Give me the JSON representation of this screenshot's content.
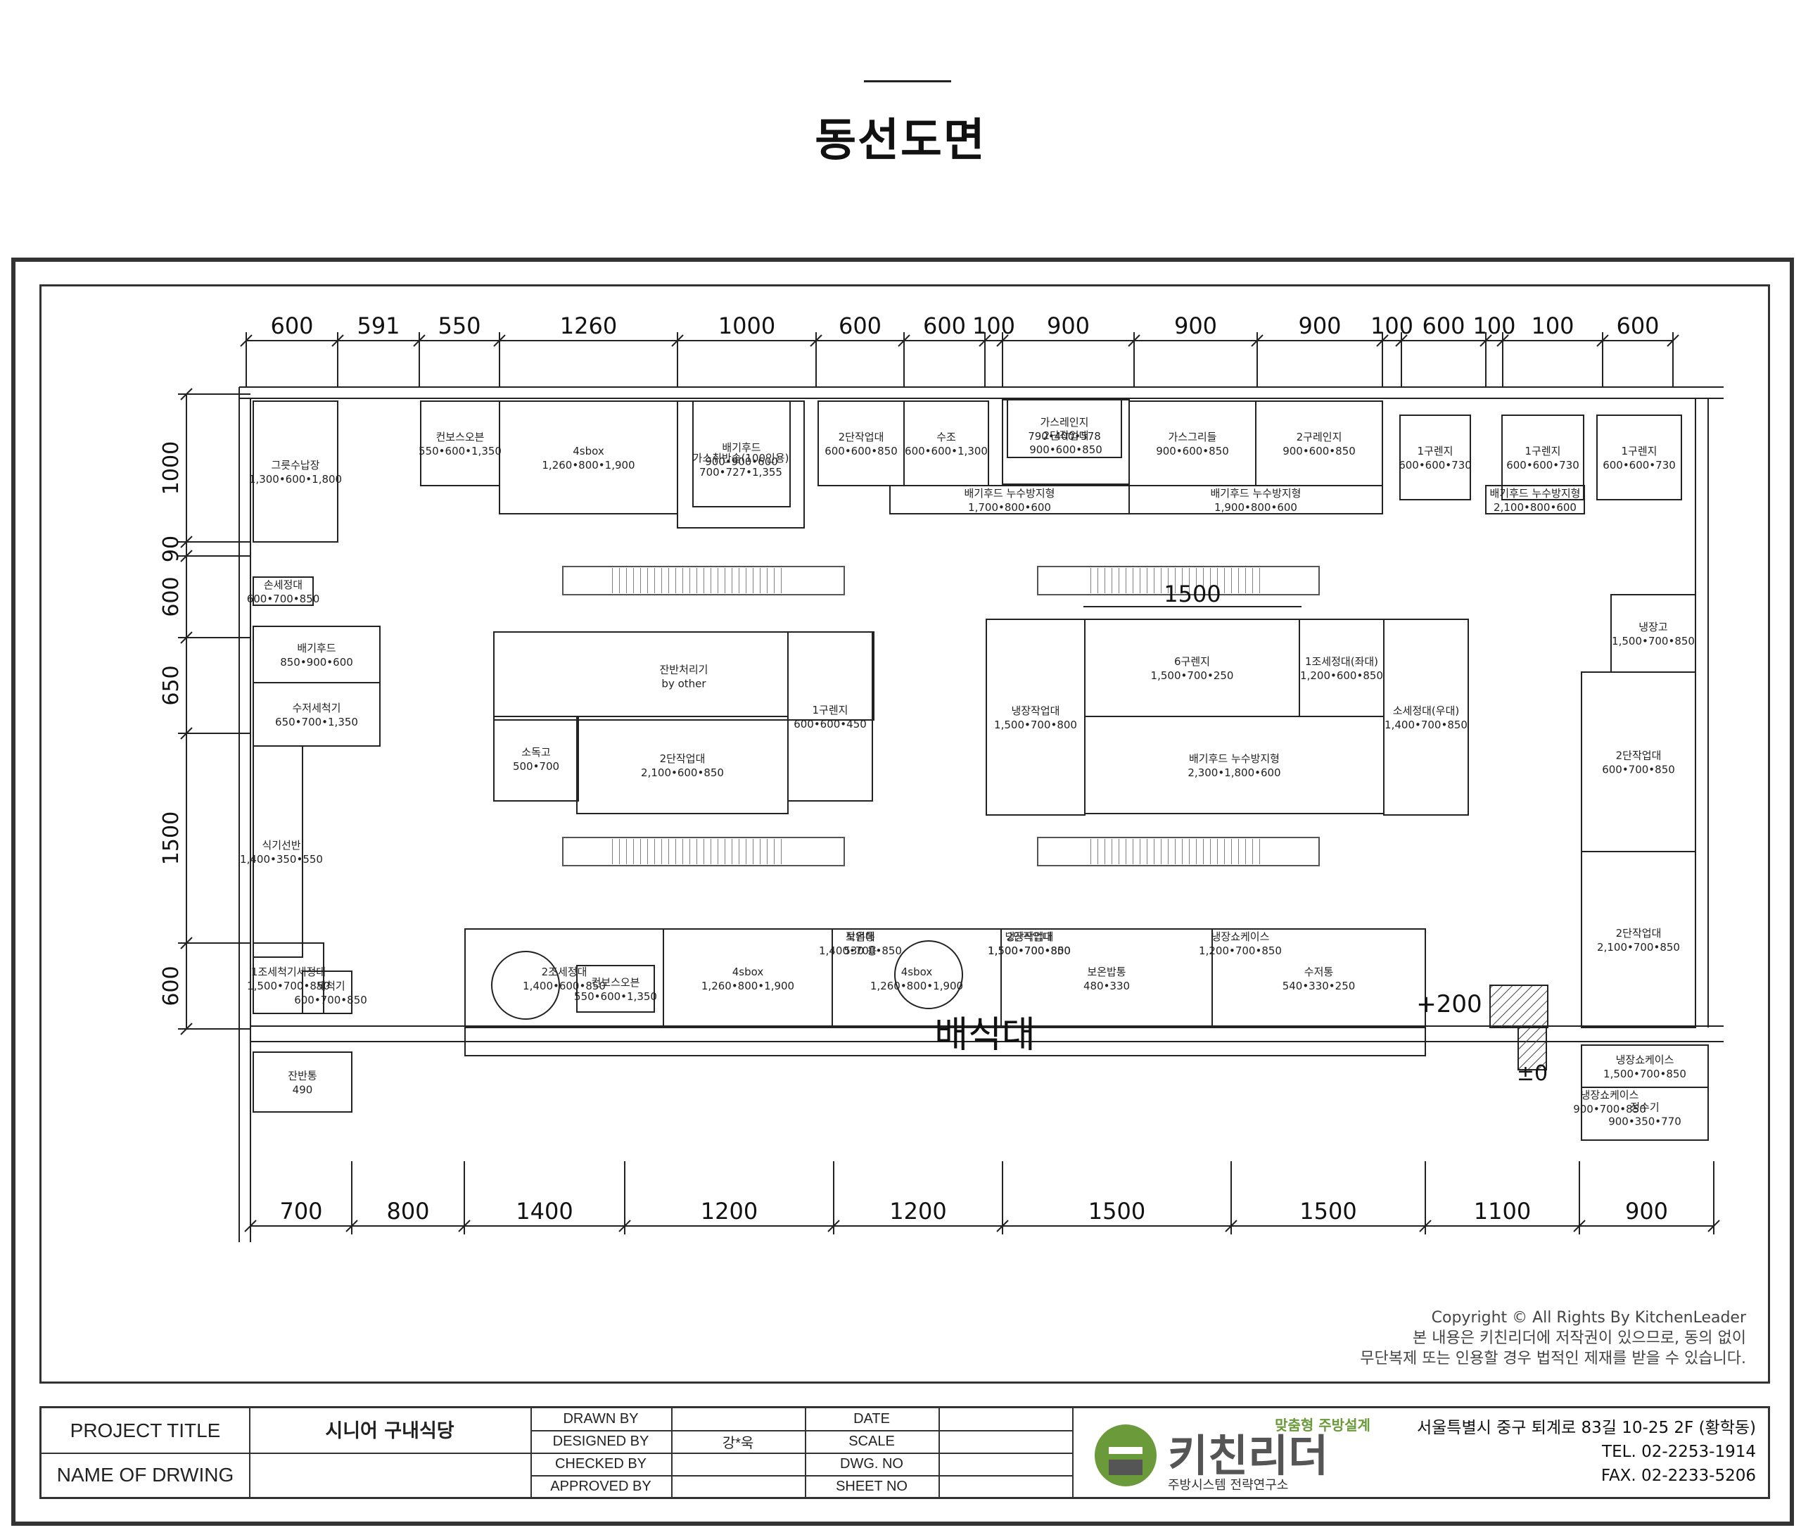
{
  "page_title": "동선도면",
  "plan": {
    "top_dims": [
      "600",
      "591",
      "550",
      "1260",
      "1000",
      "600",
      "600",
      "100",
      "900",
      "900",
      "900",
      "100",
      "600",
      "100",
      "100",
      "600"
    ],
    "bottom_dims": [
      "700",
      "800",
      "1400",
      "1200",
      "1200",
      "1500",
      "1500",
      "1100",
      "900"
    ],
    "left_dims": [
      "1000",
      "90",
      "600",
      "650",
      "1500",
      "600"
    ],
    "inner_dim": "1500",
    "level_plus": "+200",
    "level_zero": "±0",
    "serving_table": "배식대",
    "equipment": [
      {
        "name": "그릇수납장",
        "spec": "1,300•600•1,800"
      },
      {
        "name": "컨보스오븐",
        "spec": "550•600•1,350"
      },
      {
        "name": "4sbox",
        "spec": "1,260•800•1,900"
      },
      {
        "name": "가스취반솥(100인용)",
        "spec": "700•727•1,355"
      },
      {
        "name": "배기후드",
        "spec": "900•900•600"
      },
      {
        "name": "2단작업대",
        "spec": "600•600•850"
      },
      {
        "name": "수조",
        "spec": "600•600•1,300"
      },
      {
        "name": "가스레인지",
        "spec": "790•400•578"
      },
      {
        "name": "2단작업대",
        "spec": "900•600•850"
      },
      {
        "name": "가스그리들",
        "spec": "900•600•850"
      },
      {
        "name": "2구레인지",
        "spec": "900•600•850"
      },
      {
        "name": "배기후드 누수방지형",
        "spec": "1,700•800•600"
      },
      {
        "name": "배기후드 누수방지형",
        "spec": "1,900•800•600"
      },
      {
        "name": "1구렌지",
        "spec": "600•600•730"
      },
      {
        "name": "1구렌지",
        "spec": "600•600•730"
      },
      {
        "name": "1구렌지",
        "spec": "600•600•730"
      },
      {
        "name": "배기후드 누수방지형",
        "spec": "2,100•800•600"
      },
      {
        "name": "손세정대",
        "spec": "600•700•850"
      },
      {
        "name": "배기후드",
        "spec": "850•900•600"
      },
      {
        "name": "수저세척기",
        "spec": "650•700•1,350"
      },
      {
        "name": "식기선반",
        "spec": "1,400•350•550"
      },
      {
        "name": "1조세척기세정대",
        "spec": "1,500•700•850"
      },
      {
        "name": "세척기",
        "spec": "600•700•850"
      },
      {
        "name": "잔반통",
        "spec": "490"
      },
      {
        "name": "잔반처리기",
        "spec": "by other"
      },
      {
        "name": "소독고",
        "spec": "500•700"
      },
      {
        "name": "2단작업대",
        "spec": "2,100•600•850"
      },
      {
        "name": "1구렌지",
        "spec": "600•600•450"
      },
      {
        "name": "냉장작업대",
        "spec": "1,500•700•800"
      },
      {
        "name": "6구렌지",
        "spec": "1,500•700•250"
      },
      {
        "name": "1조세정대(좌대)",
        "spec": "1,200•600•850"
      },
      {
        "name": "배기후드 누수방지형",
        "spec": "2,300•1,800•600"
      },
      {
        "name": "소세정대(우대)",
        "spec": "1,400•700•850"
      },
      {
        "name": "냉장고",
        "spec": "1,500•700•850"
      },
      {
        "name": "2단작업대",
        "spec": "600•700•850"
      },
      {
        "name": "2단작업대",
        "spec": "2,100•700•850"
      },
      {
        "name": "2조세정대",
        "spec": "1,400•600•850"
      },
      {
        "name": "컨보스오븐",
        "spec": "550•600•1,350"
      },
      {
        "name": "4sbox",
        "spec": "1,260•800•1,900"
      },
      {
        "name": "4sbox",
        "spec": "1,260•800•1,900"
      },
      {
        "name": "작업대",
        "spec": "1,400•700•850"
      },
      {
        "name": "보온밥통",
        "spec": "480•330"
      },
      {
        "name": "수저통",
        "spec": "540•330•250"
      },
      {
        "name": "냉장쇼케이스",
        "spec": "1,200•700•850"
      },
      {
        "name": "보온통",
        "spec": "530 용"
      },
      {
        "name": "냉장작업대",
        "spec": "1,500•700•800"
      },
      {
        "name": "2단작업대",
        "spec": "1,500•700•850"
      },
      {
        "name": "냉장쇼케이스",
        "spec": "1,500•700•850"
      },
      {
        "name": "정수기",
        "spec": "900•350•770"
      },
      {
        "name": "냉장쇼케이스",
        "spec": "900•700•850"
      }
    ]
  },
  "copyright": {
    "line1": "Copyright © All Rights By KitchenLeader",
    "line2": "본 내용은 키친리더에 저작권이 있으므로, 동의 없이",
    "line3": "무단복제 또는 인용할 경우 법적인 제재를 받을 수 있습니다."
  },
  "title_block": {
    "project_title_label": "PROJECT TITLE",
    "project_title_value": "시니어 구내식당",
    "drawing_name_label": "NAME OF DRWING",
    "drawn_by": "DRAWN BY",
    "designed_by": "DESIGNED BY",
    "designer": "강*욱",
    "checked_by": "CHECKED BY",
    "approved_by": "APPROVED BY",
    "date": "DATE",
    "scale": "SCALE",
    "dwg_no": "DWG. NO",
    "sheet_no": "SHEET NO",
    "brand_name": "키친리더",
    "brand_tagline": "맞춤형 주방설계",
    "brand_sub": "주방시스템 전략연구소",
    "brand_green": "#6a9a3a",
    "brand_gray": "#555555",
    "address": "서울특별시 중구 퇴계로 83길 10-25 2F (황학동)",
    "tel": "TEL. 02-2253-1914",
    "fax": "FAX. 02-2233-5206"
  }
}
